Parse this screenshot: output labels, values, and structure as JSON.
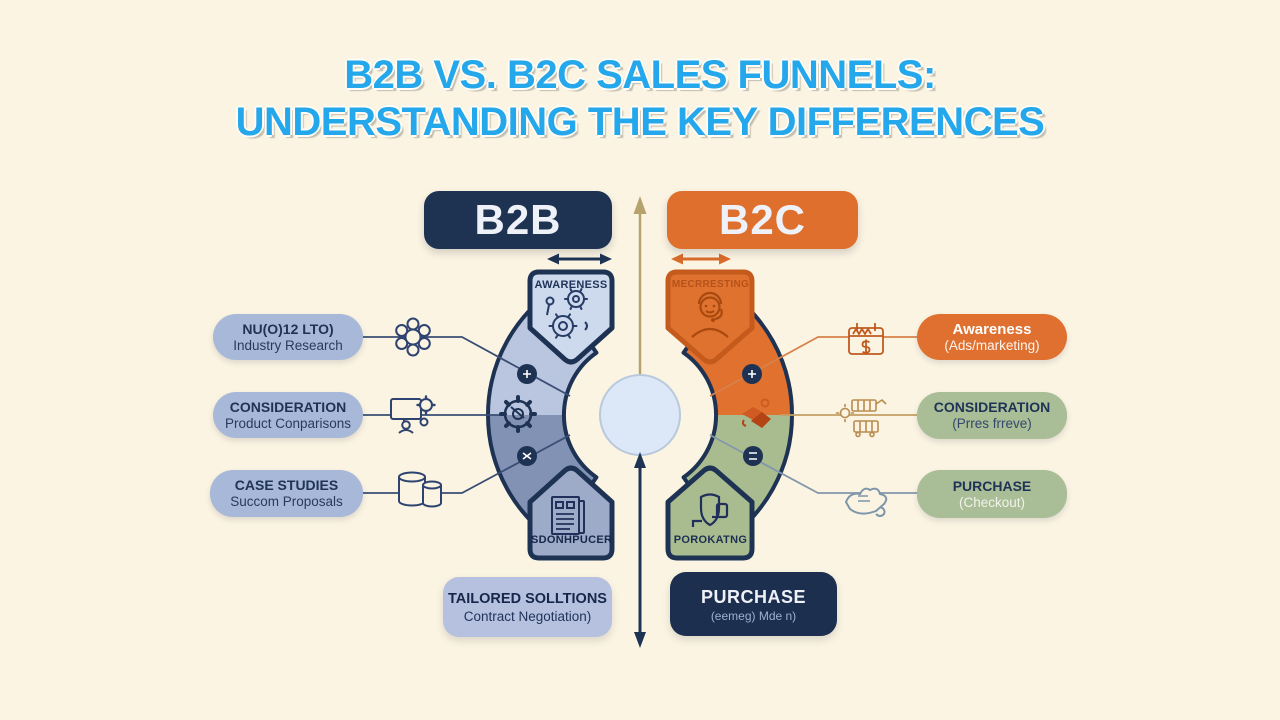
{
  "title": {
    "line1": "B2B VS. B2C SALES FUNNELS:",
    "line2": "UNDERSTANDING THE KEY DIFFERENCES"
  },
  "headers": {
    "b2b": "B2B",
    "b2c": "B2C"
  },
  "funnel_segments": {
    "left_top": "AWARENESS",
    "left_bottom": "SDONHPUCER",
    "right_top": "MECRRESTING",
    "right_bottom": "POROKATNG"
  },
  "left_column": {
    "items": [
      {
        "title": "NU(O)12 LTO)",
        "subtitle": "Industry Research",
        "icon": "flower-gear-icon"
      },
      {
        "title": "CONSIDERATION",
        "subtitle": "Product Conparisons",
        "icon": "monitor-gear-icon"
      },
      {
        "title": "CASE STUDIES",
        "subtitle": "Succom Proposals",
        "icon": "database-icon"
      }
    ],
    "bottom": {
      "title": "TAILORED SOLLTIONS",
      "subtitle": "Contract Negotiation)"
    }
  },
  "right_column": {
    "items": [
      {
        "title": "Awareness",
        "subtitle": "(Ads/marketing)",
        "icon": "calendar-dollar-icon"
      },
      {
        "title": "CONSIDERATION",
        "subtitle": "(Prres frreve)",
        "icon": "shopping-cart-icon"
      },
      {
        "title": "PURCHASE",
        "subtitle": "(Checkout)",
        "icon": "hand-icon"
      }
    ],
    "bottom": {
      "title": "PURCHASE",
      "subtitle": "(eemeg) Mde n)"
    }
  },
  "center_icons": [
    "gears-icon",
    "support-person-icon",
    "document-icon",
    "shield-lock-icon",
    "gear-icon",
    "handshake-icon",
    "node-dot-icon"
  ],
  "colors": {
    "background": "#fbf4e2",
    "title_blue": "#25a7ec",
    "navy": "#1e3252",
    "orange": "#df6f2d",
    "sage_green": "#a9bd97",
    "pill_blue": "#a8b8d8",
    "band_blue_light": "#bac6df",
    "band_blue_dark": "#8292b4",
    "tan_line": "#b5a26d"
  }
}
